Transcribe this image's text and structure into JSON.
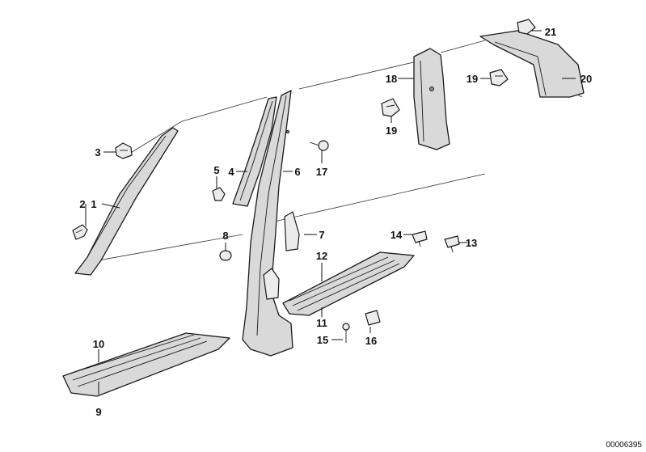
{
  "document_id": "00006395",
  "callouts": [
    {
      "id": "c1",
      "text": "1"
    },
    {
      "id": "c2",
      "text": "2"
    },
    {
      "id": "c3",
      "text": "3"
    },
    {
      "id": "c4",
      "text": "4"
    },
    {
      "id": "c5",
      "text": "5"
    },
    {
      "id": "c6",
      "text": "6"
    },
    {
      "id": "c7",
      "text": "7"
    },
    {
      "id": "c8",
      "text": "8"
    },
    {
      "id": "c9",
      "text": "9"
    },
    {
      "id": "c10",
      "text": "10"
    },
    {
      "id": "c11",
      "text": "11"
    },
    {
      "id": "c12",
      "text": "12"
    },
    {
      "id": "c13",
      "text": "13"
    },
    {
      "id": "c14",
      "text": "14"
    },
    {
      "id": "c15",
      "text": "15"
    },
    {
      "id": "c16",
      "text": "16"
    },
    {
      "id": "c17",
      "text": "17"
    },
    {
      "id": "c18",
      "text": "18"
    },
    {
      "id": "c19a",
      "text": "19"
    },
    {
      "id": "c19b",
      "text": "19"
    },
    {
      "id": "c20",
      "text": "20"
    },
    {
      "id": "c21",
      "text": "21"
    }
  ]
}
